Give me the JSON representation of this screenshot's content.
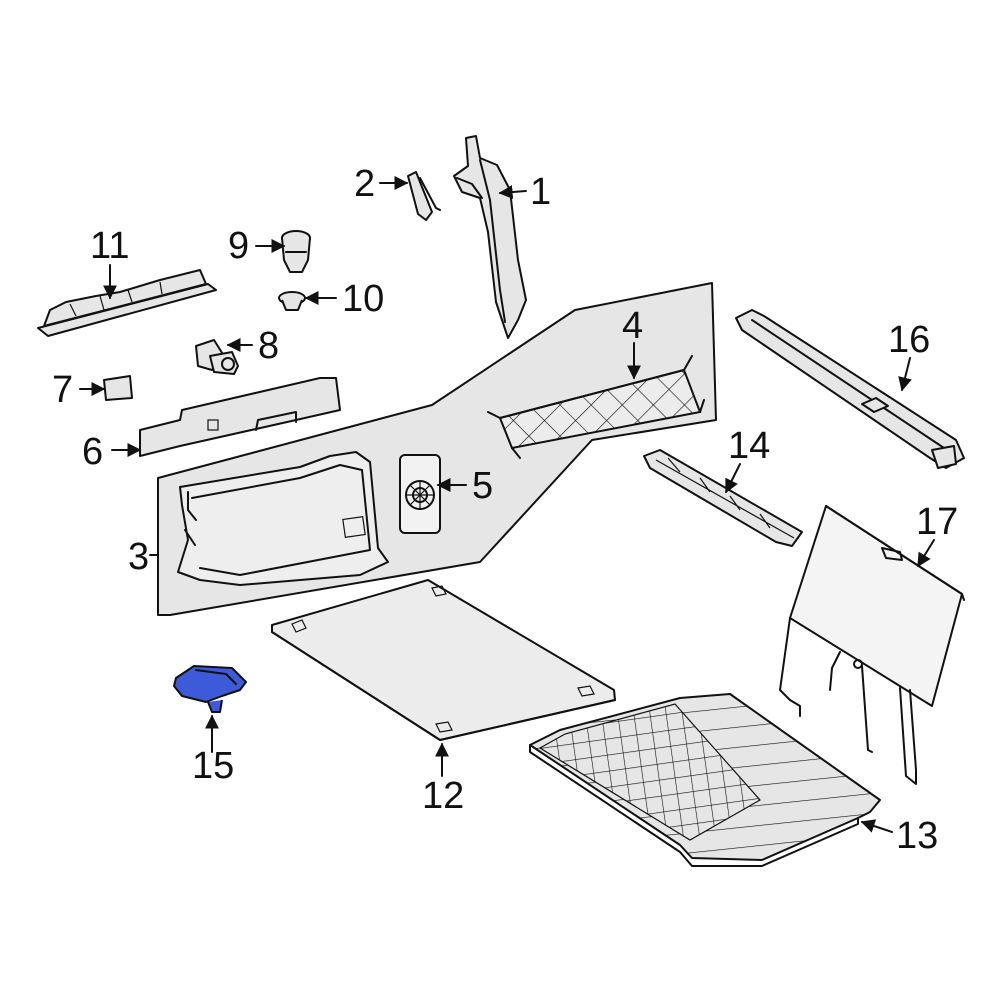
{
  "callouts": [
    {
      "id": "c1",
      "label": "1"
    },
    {
      "id": "c2",
      "label": "2"
    },
    {
      "id": "c3",
      "label": "3"
    },
    {
      "id": "c4",
      "label": "4"
    },
    {
      "id": "c5",
      "label": "5"
    },
    {
      "id": "c6",
      "label": "6"
    },
    {
      "id": "c7",
      "label": "7"
    },
    {
      "id": "c8",
      "label": "8"
    },
    {
      "id": "c9",
      "label": "9"
    },
    {
      "id": "c10",
      "label": "10"
    },
    {
      "id": "c11",
      "label": "11"
    },
    {
      "id": "c12",
      "label": "12"
    },
    {
      "id": "c13",
      "label": "13"
    },
    {
      "id": "c14",
      "label": "14"
    },
    {
      "id": "c15",
      "label": "15"
    },
    {
      "id": "c16",
      "label": "16"
    },
    {
      "id": "c17",
      "label": "17"
    }
  ],
  "colors": {
    "highlight": "#3d5bd9",
    "part_fill": "#e6e6e6",
    "outline": "#111111"
  }
}
